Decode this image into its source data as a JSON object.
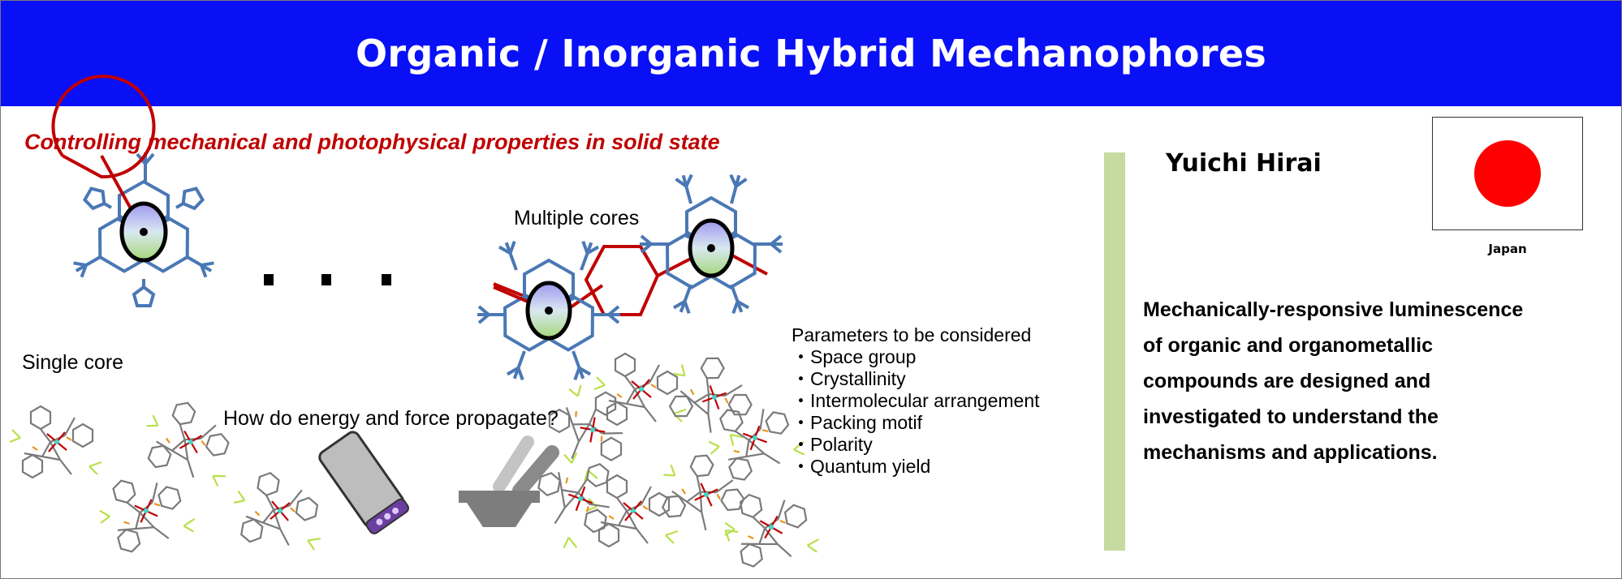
{
  "header": {
    "title": "Organic / Inorganic Hybrid Mechanophores"
  },
  "subtitle": "Controlling mechanical and photophysical properties in solid state",
  "diagram": {
    "single_core_label": "Single core",
    "multiple_cores_label": "Multiple cores",
    "question": "How do energy and force propagate?",
    "parameters_title": "Parameters to be considered",
    "parameters": [
      "・Space group",
      "・Crystallinity",
      "・Intermolecular arrangement",
      "・Packing motif",
      "・Polarity",
      "・Quantum yield"
    ]
  },
  "profile": {
    "name": "Yuichi Hirai",
    "country": "Japan",
    "description_lines": [
      "Mechanically-responsive luminescence",
      "of organic and organometallic",
      "compounds are designed and",
      "investigated to understand the",
      "mechanisms and applications."
    ]
  },
  "colors": {
    "header": "#0a10f5",
    "subtitle": "#c00000",
    "accent_bar": "#c5dba0",
    "flag_sun": "#ff0000",
    "ligand": "#4a78b5",
    "linker": "#c00000"
  }
}
